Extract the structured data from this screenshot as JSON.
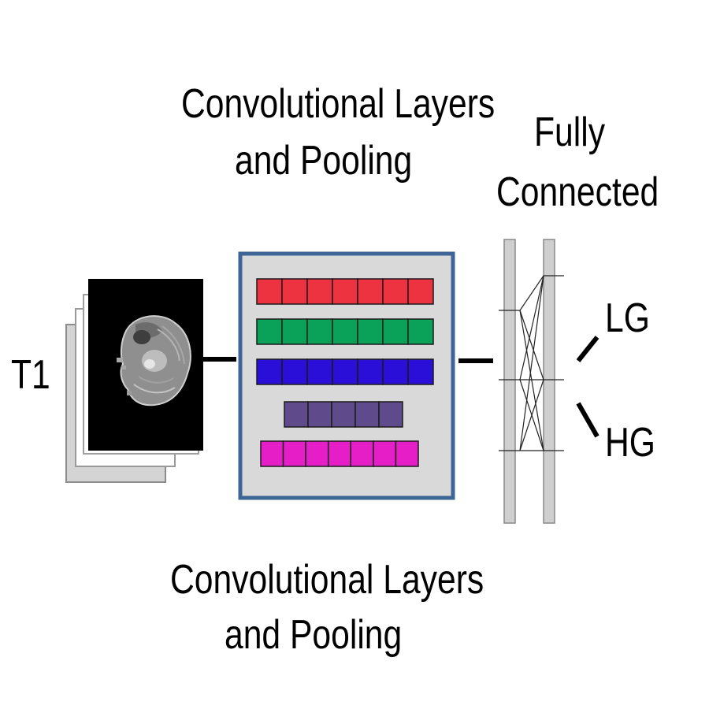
{
  "labels": {
    "top_title_line1": "Convolutional Layers",
    "top_title_line2": "and Pooling",
    "fc_title_line1": "Fully",
    "fc_title_line2": "Connected",
    "input_label": "T1",
    "output_lg": "LG",
    "output_hg": "HG",
    "bottom_title_line1": "Convolutional Layers",
    "bottom_title_line2": "and Pooling"
  },
  "conv_rows": [
    {
      "color": "#ee3340",
      "cells": 7
    },
    {
      "color": "#0aa158",
      "cells": 7
    },
    {
      "color": "#2a0fd8",
      "cells": 7
    },
    {
      "color": "#5f4a8b",
      "cells": 5
    },
    {
      "color": "#e61ec8",
      "cells": 7
    }
  ],
  "colors": {
    "conv_box_fill": "#d9d9d9",
    "conv_box_border": "#3d6696",
    "fc_bar": "#cfcfcf",
    "scan_bg": "#000000"
  }
}
